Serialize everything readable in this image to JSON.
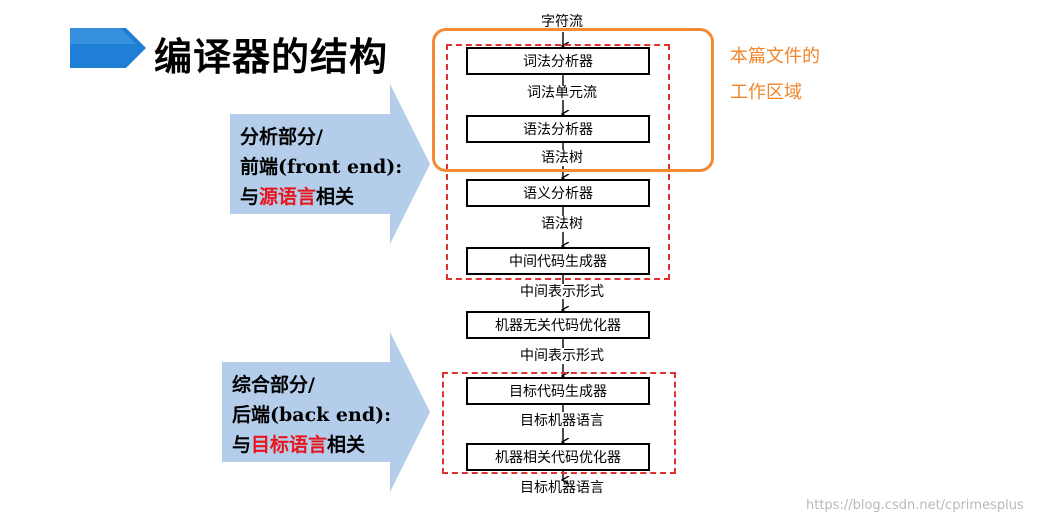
{
  "title": "编译器的结构",
  "note": [
    "本篇文件的",
    "工作区域"
  ],
  "front": {
    "line1": "分析部分/",
    "line2": "前端(front end):",
    "prefix": "与",
    "highlight": "源语言",
    "suffix": "相关"
  },
  "back": {
    "line1": "综合部分/",
    "line2": "后端(back end):",
    "prefix": "与",
    "highlight": "目标语言",
    "suffix": "相关"
  },
  "flow": {
    "input": "字符流",
    "lexer": "词法分析器",
    "token_stream": "词法单元流",
    "parser": "语法分析器",
    "tree1": "语法树",
    "semantic": "语义分析器",
    "tree2": "语法树",
    "icg": "中间代码生成器",
    "ir1": "中间表示形式",
    "mio": "机器无关代码优化器",
    "ir2": "中间表示形式",
    "codegen": "目标代码生成器",
    "target1": "目标机器语言",
    "mdo": "机器相关代码优化器",
    "target2": "目标机器语言"
  },
  "watermark": "https://blog.csdn.net/cprimesplus",
  "colors": {
    "title_icon": "#1f7fd6",
    "arrow_fill": "#b4cdea",
    "dash": "#e03030",
    "orange": "#f28a36",
    "highlight": "#e8141c"
  }
}
